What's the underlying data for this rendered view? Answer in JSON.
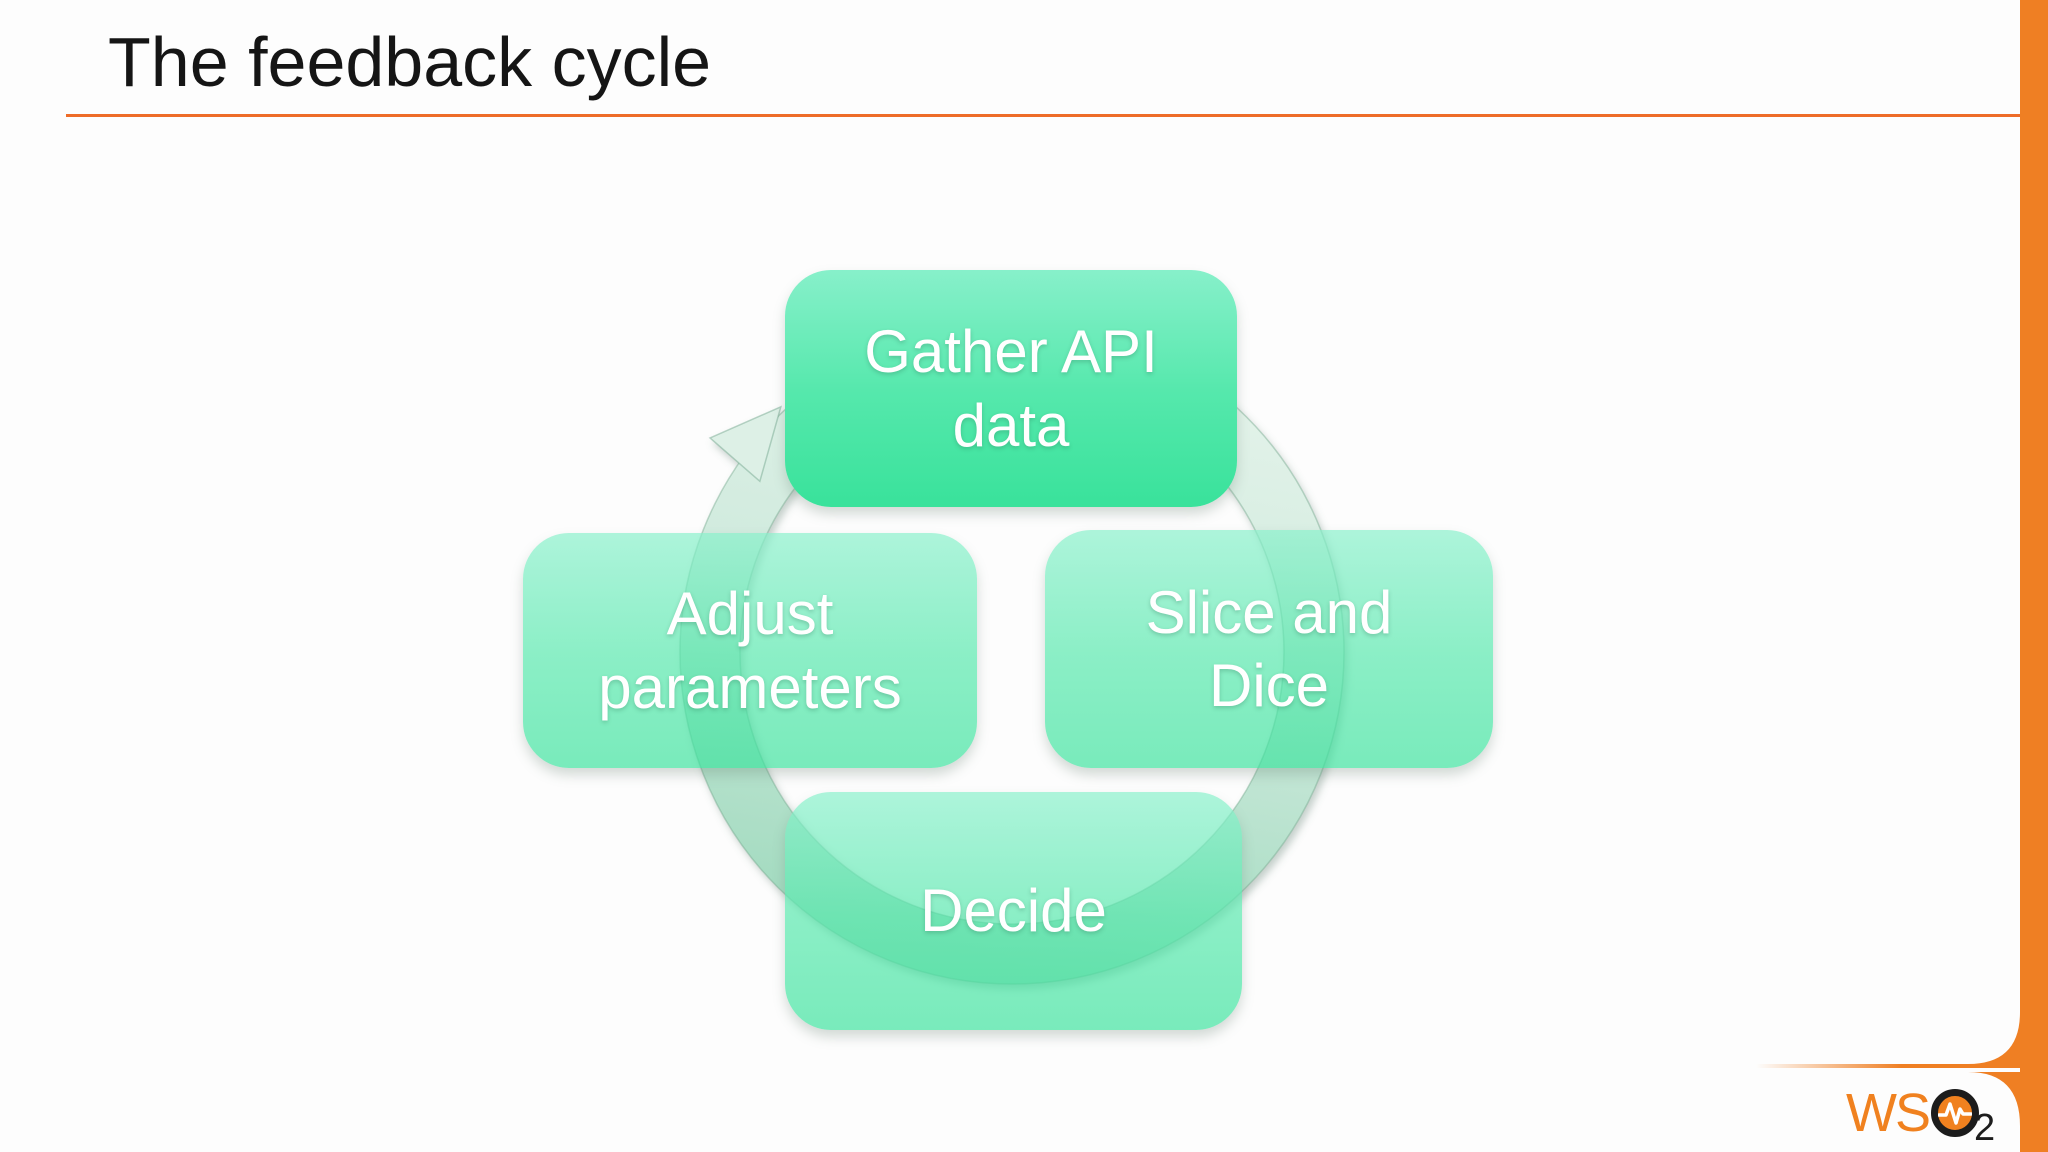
{
  "header": {
    "title": "The feedback cycle"
  },
  "cycle": {
    "type": "cycle-diagram",
    "direction": "clockwise",
    "arrow": "circular-arrow-ring",
    "steps": [
      {
        "label": "Gather API data",
        "position": "top",
        "highlighted": true
      },
      {
        "label": "Slice and Dice",
        "position": "right",
        "highlighted": false
      },
      {
        "label": "Decide",
        "position": "bottom",
        "highlighted": false
      },
      {
        "label": "Adjust parameters",
        "position": "left",
        "highlighted": false
      }
    ]
  },
  "footer": {
    "logo": {
      "name": "WSO2",
      "prefix": "WS",
      "subscript": "2",
      "icon": "pulse-in-circle-icon"
    }
  },
  "colors": {
    "accent_orange": "#ef7f23",
    "title_underline": "#ee6c28",
    "title_text": "#151515",
    "box_gradient_top": "#87f0ca",
    "box_gradient_bottom": "#39e29b",
    "box_text": "#ffffff",
    "ring_light": "#e4f3ea",
    "ring_dark": "#a0dabe",
    "logo_orange": "#f0811f",
    "background": "#fdfdfd"
  }
}
